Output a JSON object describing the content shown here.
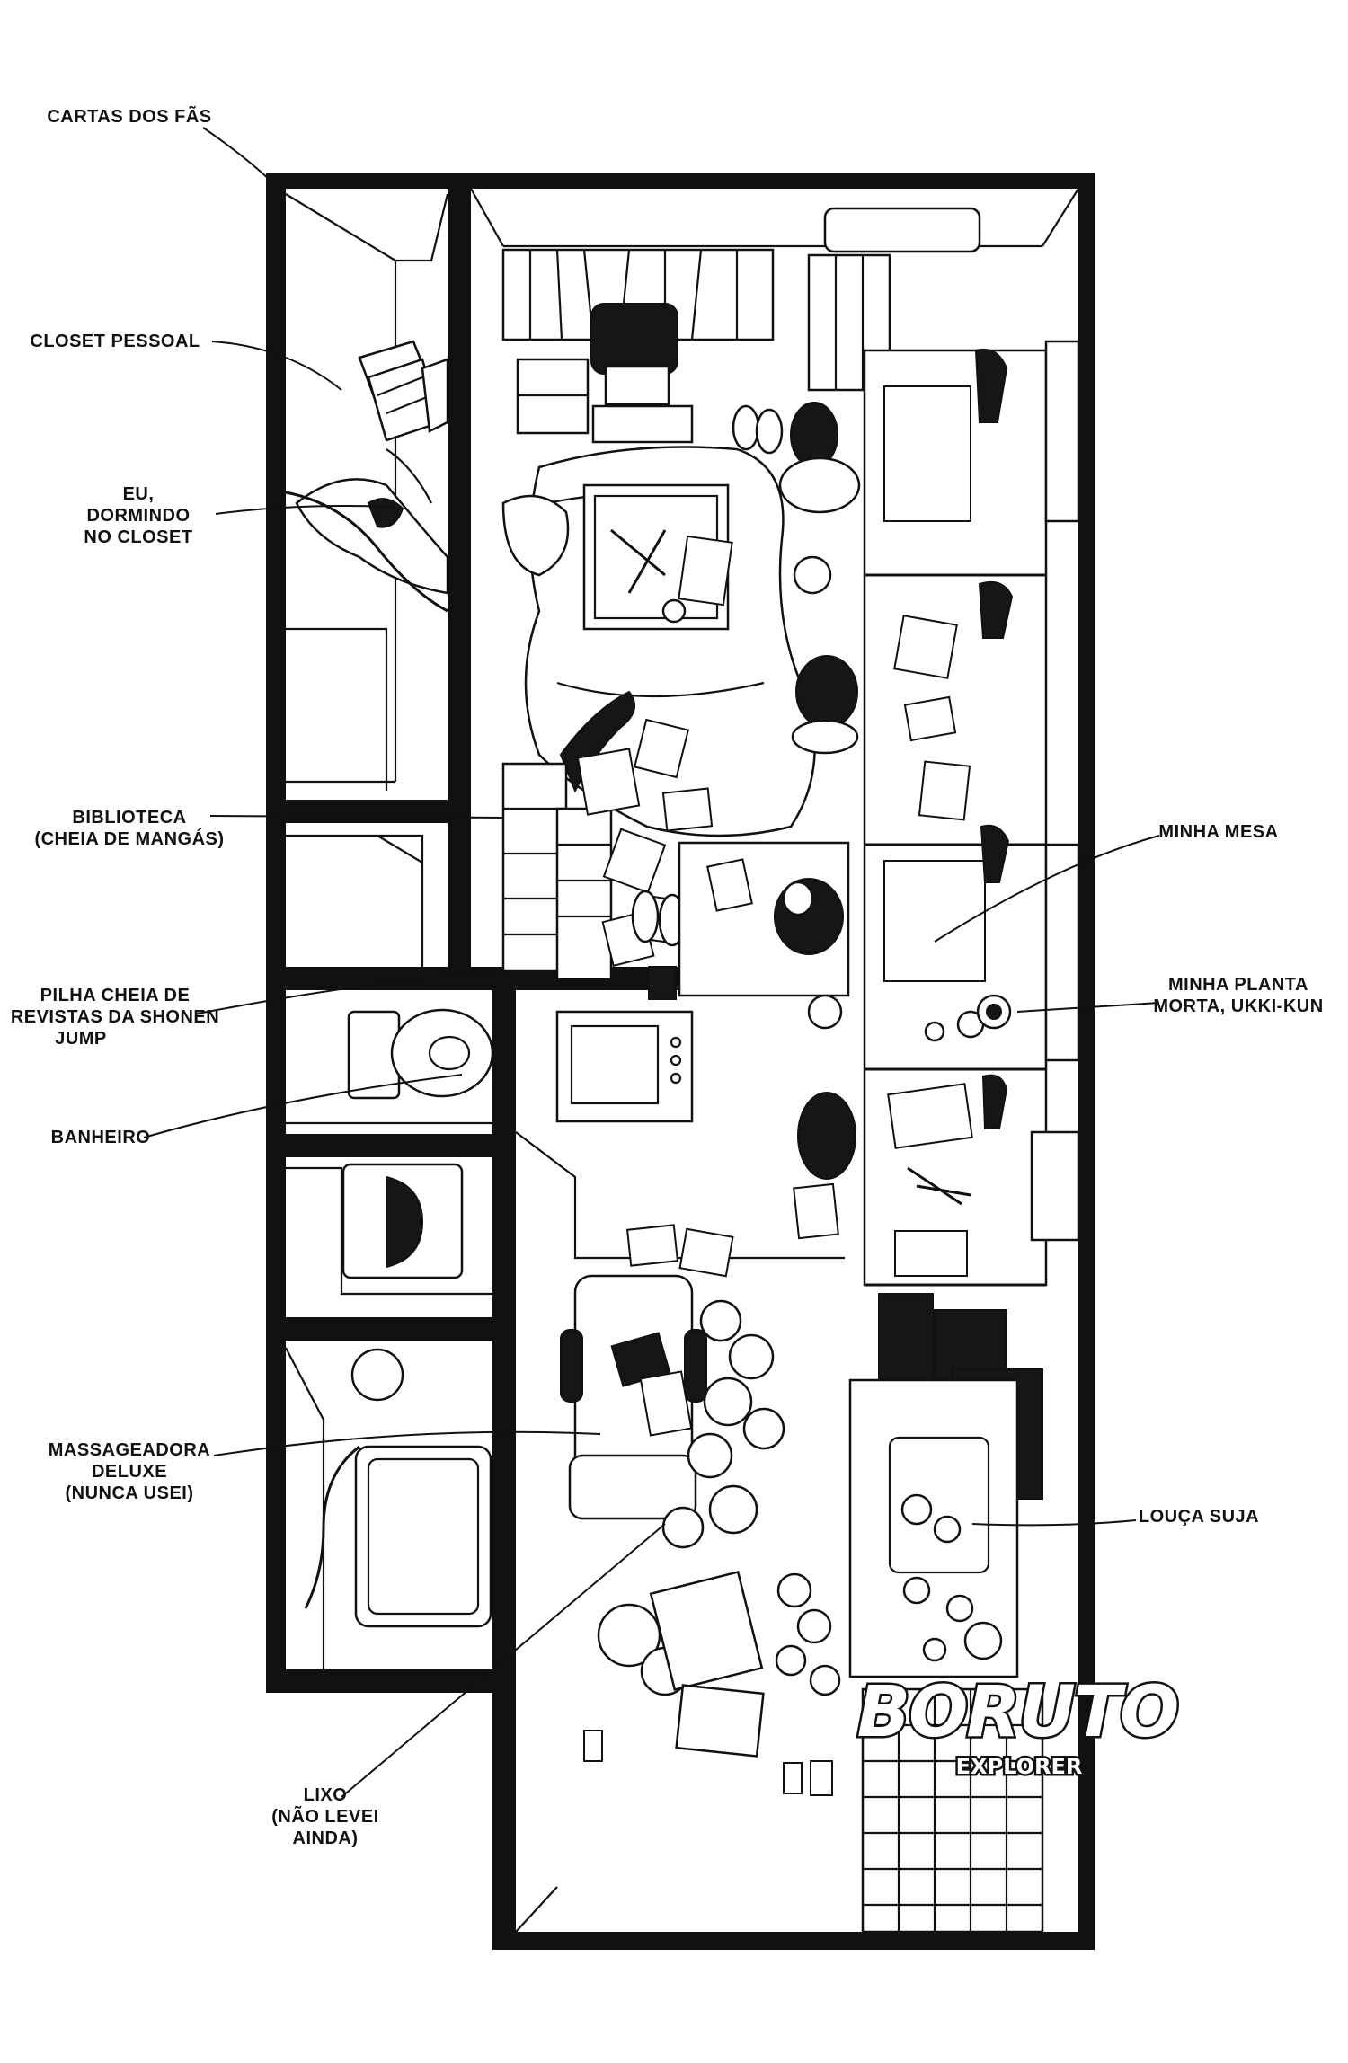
{
  "labels": {
    "fan_letters": "CARTAS DOS FÃS",
    "personal_closet": "CLOSET PESSOAL",
    "sleeping_line1": "EU,",
    "sleeping_line2": "DORMINDO",
    "sleeping_line3": "NO CLOSET",
    "library_line1": "BIBLIOTECA",
    "library_line2": "(CHEIA DE MANGÁS)",
    "jump_line1": "PILHA CHEIA DE",
    "jump_line2": "REVISTAS DA SHONEN",
    "jump_line3": "JUMP",
    "bathroom": "BANHEIRO",
    "massager_line1": "MASSAGEADORA",
    "massager_line2": "DELUXE",
    "massager_line3": "(NUNCA USEI)",
    "trash_line1": "LIXO",
    "trash_line2": "(NÃO LEVEI",
    "trash_line3": "AINDA)",
    "my_desk": "MINHA MESA",
    "plant_line1": "MINHA PLANTA",
    "plant_line2": "MORTA, UKKI-KUN",
    "dirty_dishes": "LOUÇA SUJA"
  },
  "logo": {
    "title": "BORUTO",
    "subtitle": "EXPLORER"
  },
  "colors": {
    "ink": "#111111",
    "paper": "#ffffff"
  }
}
